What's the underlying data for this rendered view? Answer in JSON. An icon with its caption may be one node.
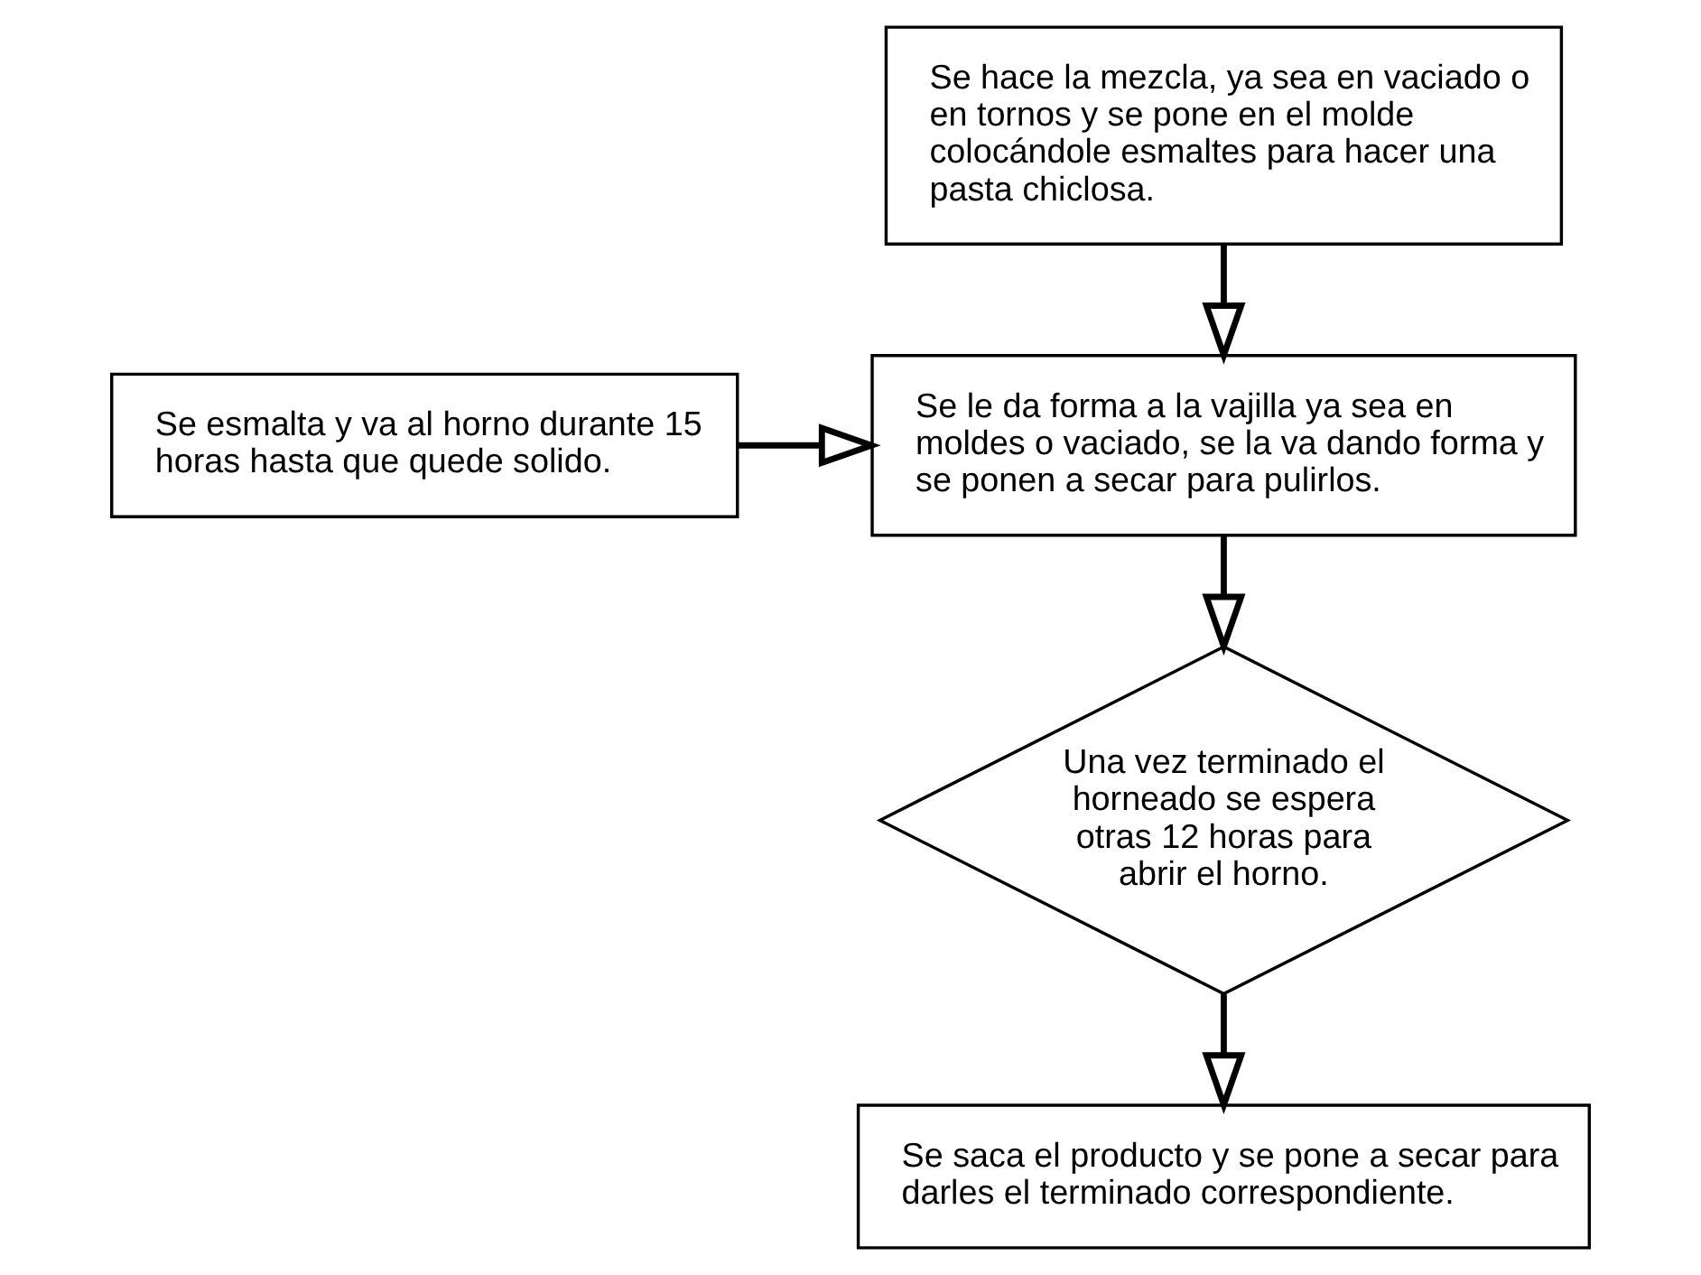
{
  "diagram": {
    "nodes": [
      {
        "text": [
          "Se hace la mezcla, ya sea en vaciado o en tornos y se pone en el molde colocándole esmaltes para hacer una pasta chiclosa."
        ]
      },
      {
        "text": [
          "Se esmalta y va al horno durante 15 horas hasta que quede solido."
        ]
      },
      {
        "text": [
          "Se le da forma a la vajilla ya sea en moldes o vaciado, se la va dando forma y se ponen a secar para pulirlos."
        ]
      },
      {
        "text": [
          "Una vez terminado el horneado se espera otras 12 horas para abrir el horno."
        ]
      },
      {
        "text": [
          "Se saca el producto y se pone a secar para darles el terminado correspondiente."
        ]
      }
    ],
    "edges": [
      {
        "from": 0,
        "to": 2,
        "arrow": "to"
      },
      {
        "from": 1,
        "to": 2,
        "arrow": "to"
      },
      {
        "from": 2,
        "to": 3,
        "arrow": "to"
      },
      {
        "from": 3,
        "to": 4,
        "arrow": "to"
      }
    ]
  }
}
